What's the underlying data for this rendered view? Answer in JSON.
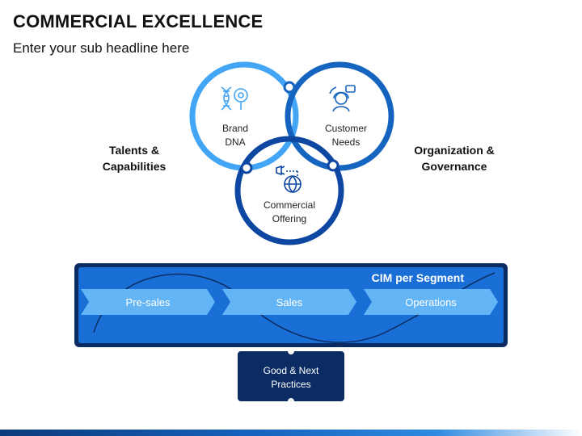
{
  "header": {
    "title": "COMMERCIAL EXCELLENCE",
    "subtitle": "Enter your sub headline here"
  },
  "side_labels": {
    "left": [
      "Talents &",
      "Capabilities"
    ],
    "right": [
      "Organization &",
      "Governance"
    ]
  },
  "circles": [
    {
      "lines": [
        "Brand",
        "DNA"
      ],
      "icon": "dna-icon",
      "color": "#42a5f5"
    },
    {
      "lines": [
        "Customer",
        "Needs"
      ],
      "icon": "customer-support-icon",
      "color": "#1565c0"
    },
    {
      "lines": [
        "Commercial",
        "Offering"
      ],
      "icon": "globe-megaphone-icon",
      "color": "#0d47a1"
    }
  ],
  "band": {
    "title": "CIM per Segment",
    "stages": [
      "Pre-sales",
      "Sales",
      "Operations"
    ]
  },
  "badge": {
    "lines": [
      "Good & Next",
      "Practices"
    ]
  },
  "colors": {
    "light_blue": "#42a5f5",
    "mid_blue": "#1565c0",
    "dark_blue": "#0d47a1",
    "band_blue": "#1a6fd6",
    "chevron_blue": "#64b5f6",
    "navy": "#0b2c63"
  }
}
